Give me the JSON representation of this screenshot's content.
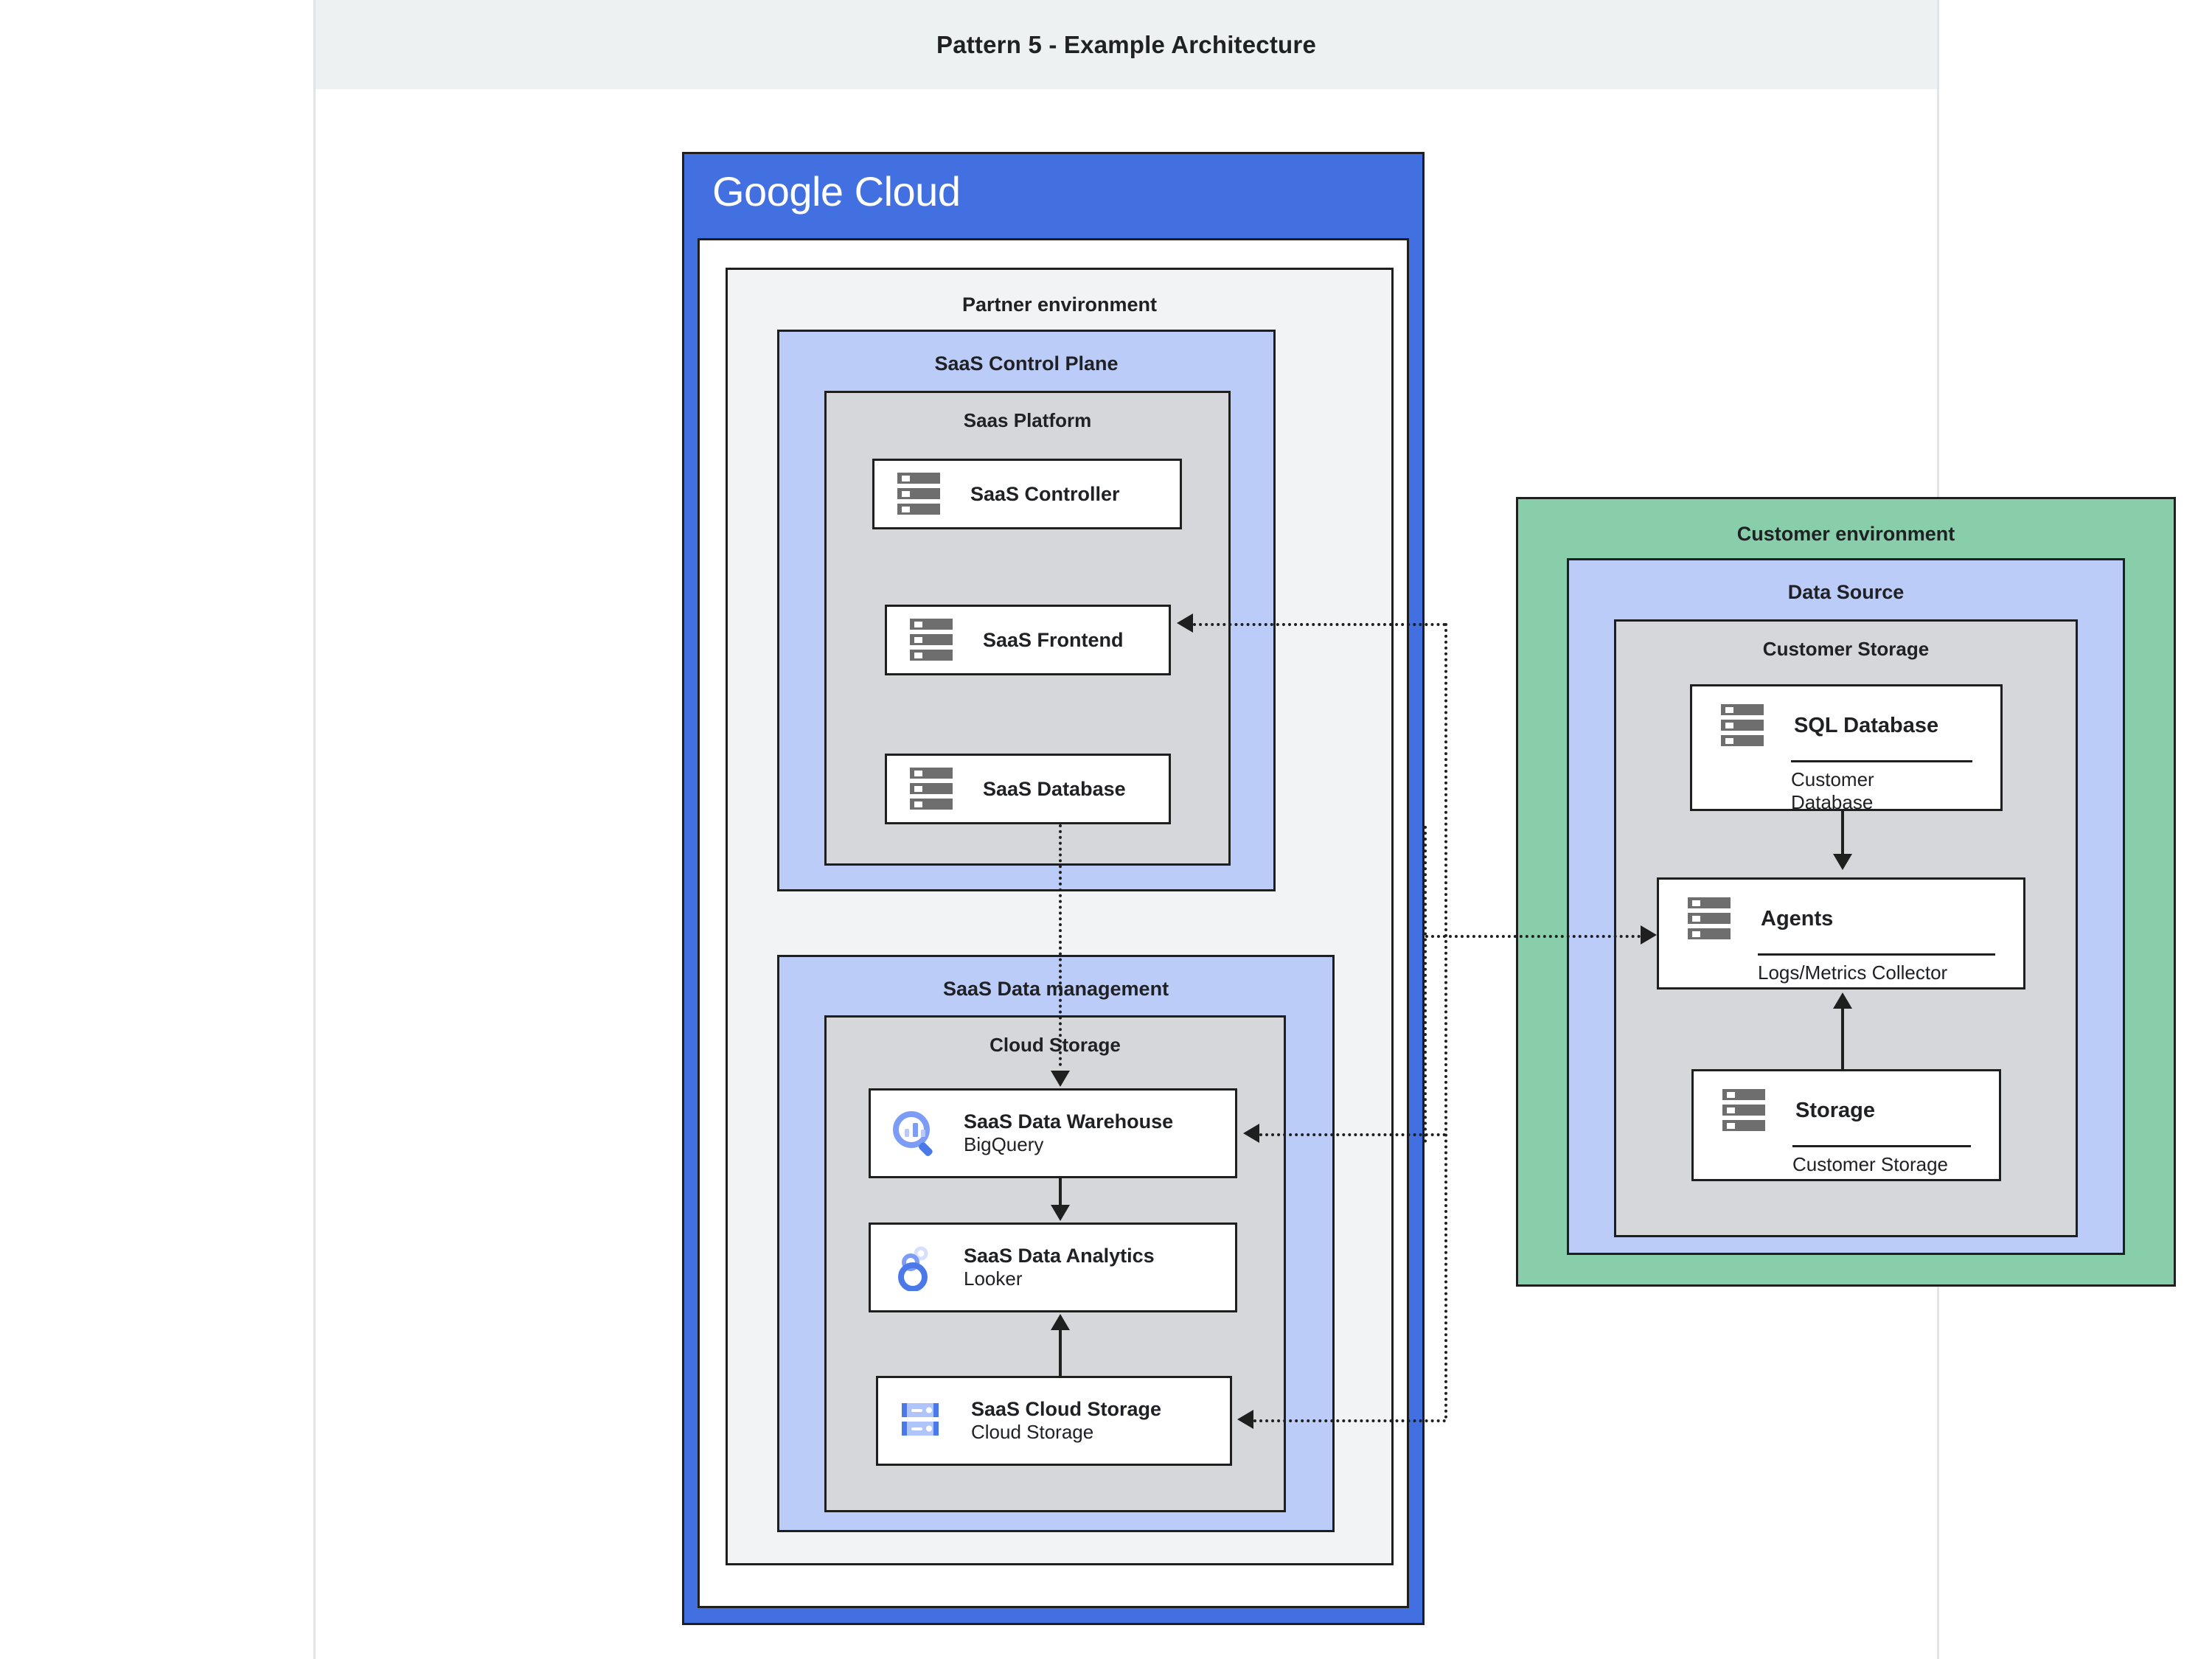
{
  "page": {
    "title": "Pattern 5 - Example Architecture"
  },
  "cloud_provider": {
    "logo_bold": "Google",
    "logo_light": "Cloud"
  },
  "containers": {
    "partner_environment": "Partner environment",
    "saas_control_plane": "SaaS Control Plane",
    "saas_platform": "Saas Platform",
    "saas_data_management": "SaaS Data management",
    "cloud_storage_group": "Cloud Storage",
    "customer_environment": "Customer environment",
    "data_source": "Data Source",
    "customer_storage_group": "Customer Storage"
  },
  "nodes": {
    "saas_controller": {
      "title": "SaaS Controller",
      "icon": "server-icon"
    },
    "saas_frontend": {
      "title": "SaaS Frontend",
      "icon": "server-icon"
    },
    "saas_database": {
      "title": "SaaS Database",
      "icon": "server-icon"
    },
    "saas_data_warehouse": {
      "title": "SaaS Data Warehouse",
      "subtitle": "BigQuery",
      "icon": "bigquery-icon"
    },
    "saas_data_analytics": {
      "title": "SaaS Data Analytics",
      "subtitle": "Looker",
      "icon": "looker-icon"
    },
    "saas_cloud_storage": {
      "title": "SaaS Cloud Storage",
      "subtitle": "Cloud Storage",
      "icon": "cloud-storage-icon"
    },
    "sql_database": {
      "title": "SQL Database",
      "caption": "Customer\nDatabase",
      "caption_line1": "Customer",
      "caption_line2": "Database",
      "icon": "server-icon"
    },
    "agents": {
      "title": "Agents",
      "caption": "Logs/Metrics Collector",
      "icon": "server-icon"
    },
    "storage": {
      "title": "Storage",
      "caption": "Customer Storage",
      "icon": "server-icon"
    }
  },
  "colors": {
    "gcloud_blue": "#4370e0",
    "group_blue": "#bcccf8",
    "group_gray": "#d5d7da",
    "partner_gray": "#f1f3f4",
    "customer_green": "#88ceab",
    "stroke": "#1f1f1f",
    "header_band": "#eef1f2",
    "accent_blue": "#6b8df6",
    "server_gray": "#6e6e6e"
  },
  "connections": [
    {
      "from": "saas_database",
      "to": "saas_data_warehouse",
      "style": "dotted",
      "direction": "down"
    },
    {
      "from": "saas_data_warehouse",
      "to": "saas_data_analytics",
      "style": "solid",
      "direction": "down"
    },
    {
      "from": "saas_cloud_storage",
      "to": "saas_data_analytics",
      "style": "solid",
      "direction": "up"
    },
    {
      "from": "sql_database",
      "to": "agents",
      "style": "solid",
      "direction": "down"
    },
    {
      "from": "storage",
      "to": "agents",
      "style": "solid",
      "direction": "up"
    },
    {
      "from": "customer_environment",
      "to": "saas_frontend",
      "style": "dotted",
      "direction": "left"
    },
    {
      "from": "saas_control_plane",
      "to": "agents",
      "style": "dotted",
      "direction": "right"
    },
    {
      "from": "customer_environment",
      "to": "saas_data_warehouse",
      "style": "dotted",
      "direction": "left"
    },
    {
      "from": "customer_environment",
      "to": "saas_cloud_storage",
      "style": "dotted",
      "direction": "left"
    }
  ]
}
